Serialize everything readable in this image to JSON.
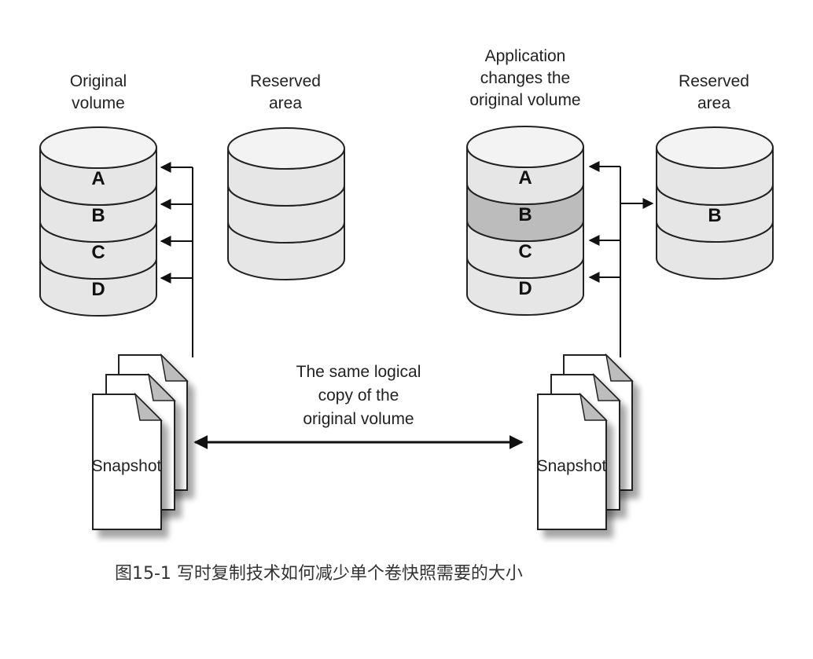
{
  "diagram": {
    "left": {
      "original_volume_label": [
        "Original",
        "volume"
      ],
      "reserved_area_label": [
        "Reserved",
        "area"
      ],
      "volume_segments": [
        "A",
        "B",
        "C",
        "D"
      ],
      "reserved_segments": [
        "",
        "",
        ""
      ],
      "snapshot_label": "Snapshot"
    },
    "right": {
      "original_volume_label": [
        "Application",
        "changes the",
        "original volume"
      ],
      "reserved_area_label": [
        "Reserved",
        "area"
      ],
      "volume_segments": [
        "A",
        "B",
        "C",
        "D"
      ],
      "changed_segment": "B",
      "reserved_segments": [
        "",
        "B",
        ""
      ],
      "snapshot_label": "Snapshot"
    },
    "middle_label": [
      "The same logical",
      "copy of the",
      "original volume"
    ],
    "colors": {
      "segment_fill": "#e6e6e6",
      "top_fill": "#f2f2f2",
      "changed_fill": "#bcbcbc",
      "stroke": "#222222",
      "fold_fill": "#bdbdbd"
    }
  },
  "caption": "图15-1 写时复制技术如何减少单个卷快照需要的大小"
}
